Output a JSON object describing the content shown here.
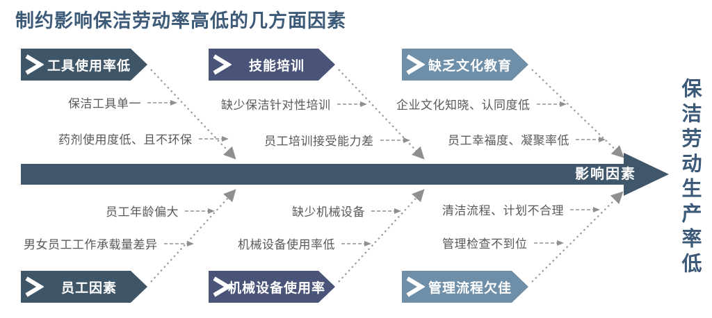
{
  "title": "制约影响保洁劳动率高低的几方面因素",
  "main_arrow": {
    "label": "影响因素"
  },
  "effect": {
    "label": "保洁劳动生产率低"
  },
  "top_categories": [
    {
      "label": "工具使用率低",
      "causes": [
        "保洁工具单一",
        "药剂使用度低、且不环保"
      ]
    },
    {
      "label": "技能培训",
      "causes": [
        "缺少保洁针对性培训",
        "员工培训接受能力差"
      ]
    },
    {
      "label": "缺乏文化教育",
      "causes": [
        "企业文化知晓、认同度低",
        "员工幸福度、凝聚率低"
      ]
    }
  ],
  "bottom_categories": [
    {
      "label": "员工因素",
      "causes": [
        "员工年龄偏大",
        "男女员工工作承载量差异"
      ]
    },
    {
      "label": "机械设备使用率",
      "causes": [
        "缺少机械设备",
        "机械设备使用率低"
      ]
    },
    {
      "label": "管理流程欠佳",
      "causes": [
        "清洁流程、计划不合理",
        "管理检查不到位"
      ]
    }
  ],
  "colors": {
    "title_text": "#3c5a77",
    "banner_dark": "#3f5568",
    "banner_navy": "#4a5478",
    "banner_steel": "#6f8fa8",
    "main_bar": "#40566a",
    "branch_text": "#595959",
    "connector_gray": "#9a9a9a"
  }
}
